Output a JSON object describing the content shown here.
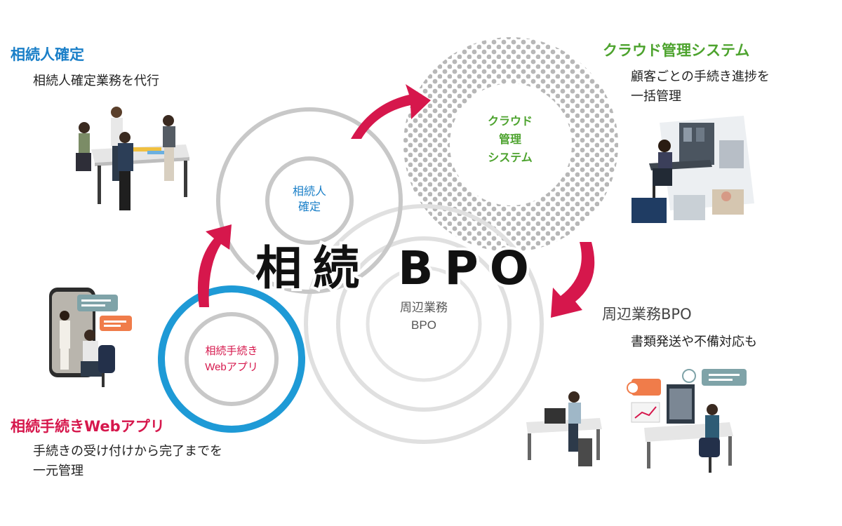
{
  "title": "相続 BPO",
  "nodes": {
    "inheritor": {
      "heading": "相続人確定",
      "description": "相続人確定業務を代行",
      "circle_label": [
        "相続人",
        "確定"
      ],
      "color": "#1a7fc8"
    },
    "cloud": {
      "heading": "クラウド管理システム",
      "description": [
        "顧客ごとの手続き進捗を",
        "一括管理"
      ],
      "circle_label": [
        "クラウド",
        "管理",
        "システム"
      ],
      "color": "#4da32e"
    },
    "peripheral": {
      "heading": "周辺業務BPO",
      "description": "書類発送や不備対応も",
      "circle_label": [
        "周辺業務",
        "BPO"
      ],
      "color": "#555555"
    },
    "webapp": {
      "heading": "相続手続きWebアプリ",
      "description": [
        "手続きの受け付けから完了までを",
        "一元管理"
      ],
      "circle_label": [
        "相続手続き",
        "Webアプリ"
      ],
      "color": "#d6174c"
    }
  },
  "colors": {
    "arrow": "#d6174c",
    "webapp_ring": "#1e9ad6",
    "ring_gray": "#c8c8c8",
    "ring_light": "#e2e2e2",
    "dot": "#b7b7b7"
  },
  "icons": [
    "team-meeting-illustration",
    "control-room-illustration",
    "office-workers-illustration",
    "smartphone-chat-illustration"
  ]
}
